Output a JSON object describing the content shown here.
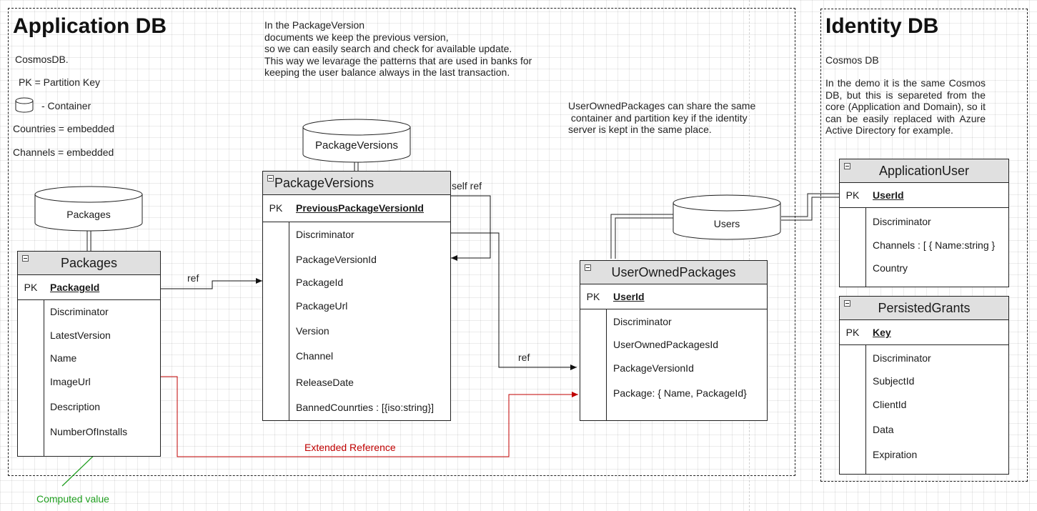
{
  "application_db": {
    "title": "Application DB",
    "legend": {
      "cosmos": "CosmosDB.",
      "pk": "PK = Partition Key",
      "container": "- Container",
      "countries": "Countries = embedded",
      "channels": "Channels = embedded"
    },
    "note_package_version": "In the PackageVersion\ndocuments we keep the previous version,\nso we can easily search and check for available update.\nThis way we levarage the patterns that are used in banks for\nkeeping the user balance always in the last transaction.",
    "note_user_owned": "UserOwnedPackages can share the same\n container and partition key if the identity\nserver is kept in the same place."
  },
  "identity_db": {
    "title": "Identity DB",
    "cosmos": "Cosmos DB",
    "description": "In the demo it is the same Cosmos DB, but this is separeted from the core (Application and Domain), so it can be easily replaced with Azure Active Directory for example."
  },
  "containers": {
    "packages": "Packages",
    "package_versions": "PackageVersions",
    "users": "Users"
  },
  "tables": {
    "packages": {
      "name": "Packages",
      "pk_label": "PK",
      "pk": "PackageId",
      "fields": [
        "Discriminator",
        "LatestVersion",
        "Name",
        "ImageUrl",
        "Description",
        "NumberOfInstalls"
      ]
    },
    "package_versions": {
      "name": "PackageVersions",
      "pk_label": "PK",
      "pk": "PreviousPackageVersionId",
      "fields": [
        "Discriminator",
        "PackageVersionId",
        "PackageId",
        "PackageUrl",
        "Version",
        "Channel",
        "ReleaseDate",
        "BannedCounrties : [{iso:string}]"
      ]
    },
    "user_owned_packages": {
      "name": "UserOwnedPackages",
      "pk_label": "PK",
      "pk": "UserId",
      "fields": [
        "Discriminator",
        "UserOwnedPackagesId",
        "PackageVersionId",
        "Package: { Name, PackageId}"
      ]
    },
    "application_user": {
      "name": "ApplicationUser",
      "pk_label": "PK",
      "pk": "UserId",
      "fields": [
        "Discriminator",
        "Channels : [ { Name:string }",
        "Country"
      ]
    },
    "persisted_grants": {
      "name": "PersistedGrants",
      "pk_label": "PK",
      "pk": "Key",
      "fields": [
        "Discriminator",
        "SubjectId",
        "ClientId",
        "Data",
        "Expiration"
      ]
    }
  },
  "labels": {
    "ref_packages": "ref",
    "self_ref": "self ref",
    "ref_user_owned": "ref",
    "extended_reference": "Extended Reference",
    "computed_value": "Computed value"
  },
  "colors": {
    "extended_reference": "#c00000",
    "computed_value": "#1f9e1f"
  }
}
